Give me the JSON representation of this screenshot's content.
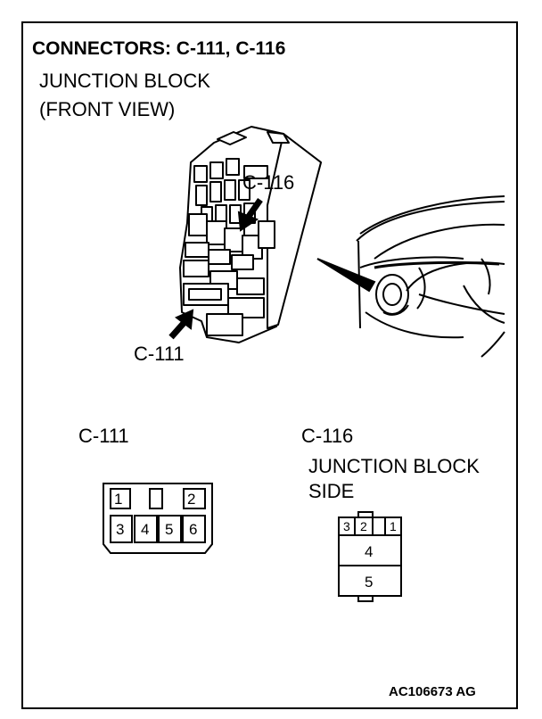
{
  "title": "CONNECTORS: C-111, C-116",
  "subtitle_line1": "JUNCTION BLOCK",
  "subtitle_line2": "(FRONT VIEW)",
  "callouts": {
    "c116": "C-116",
    "c111": "C-111"
  },
  "connector_c111": {
    "label": "C-111",
    "pins_top": [
      "1",
      "2"
    ],
    "pins_bottom": [
      "3",
      "4",
      "5",
      "6"
    ]
  },
  "connector_c116": {
    "label": "C-116",
    "side_line1": "JUNCTION BLOCK",
    "side_line2": "SIDE",
    "pins_top": [
      "3",
      "2",
      "1"
    ],
    "pins_mid": "4",
    "pins_bot": "5"
  },
  "figure_code": "AC106673 AG"
}
